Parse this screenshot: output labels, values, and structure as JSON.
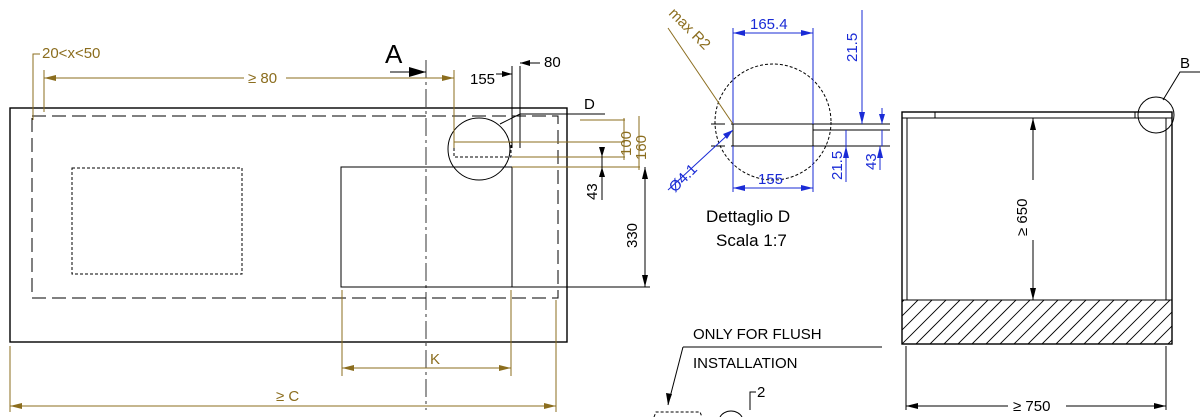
{
  "front_view": {
    "dim_x_range": "20<x<50",
    "dim_min_80": "≥ 80",
    "section_label": "A",
    "dim_155": "155",
    "dim_80": "80",
    "detail_callout": "D",
    "dim_100": "100",
    "dim_160": "160",
    "dim_43": "43",
    "dim_330": "330",
    "dim_k": "K",
    "dim_c": "≥ C"
  },
  "detail_d": {
    "dim_radius": "max R2",
    "dim_165_4": "165.4",
    "dim_21_5_top": "21.5",
    "dim_diameter": "Ø4.1",
    "dim_155": "155",
    "dim_21_5_bottom": "21.5",
    "dim_43": "43",
    "title_line1": "Dettaglio D",
    "title_line2": "Scala 1:7"
  },
  "side_view": {
    "detail_callout": "B",
    "dim_650": "≥ 650",
    "dim_750": "≥ 750"
  },
  "flush_note": {
    "line1": "ONLY FOR  FLUSH",
    "line2": "INSTALLATION",
    "dim_2": "2"
  }
}
